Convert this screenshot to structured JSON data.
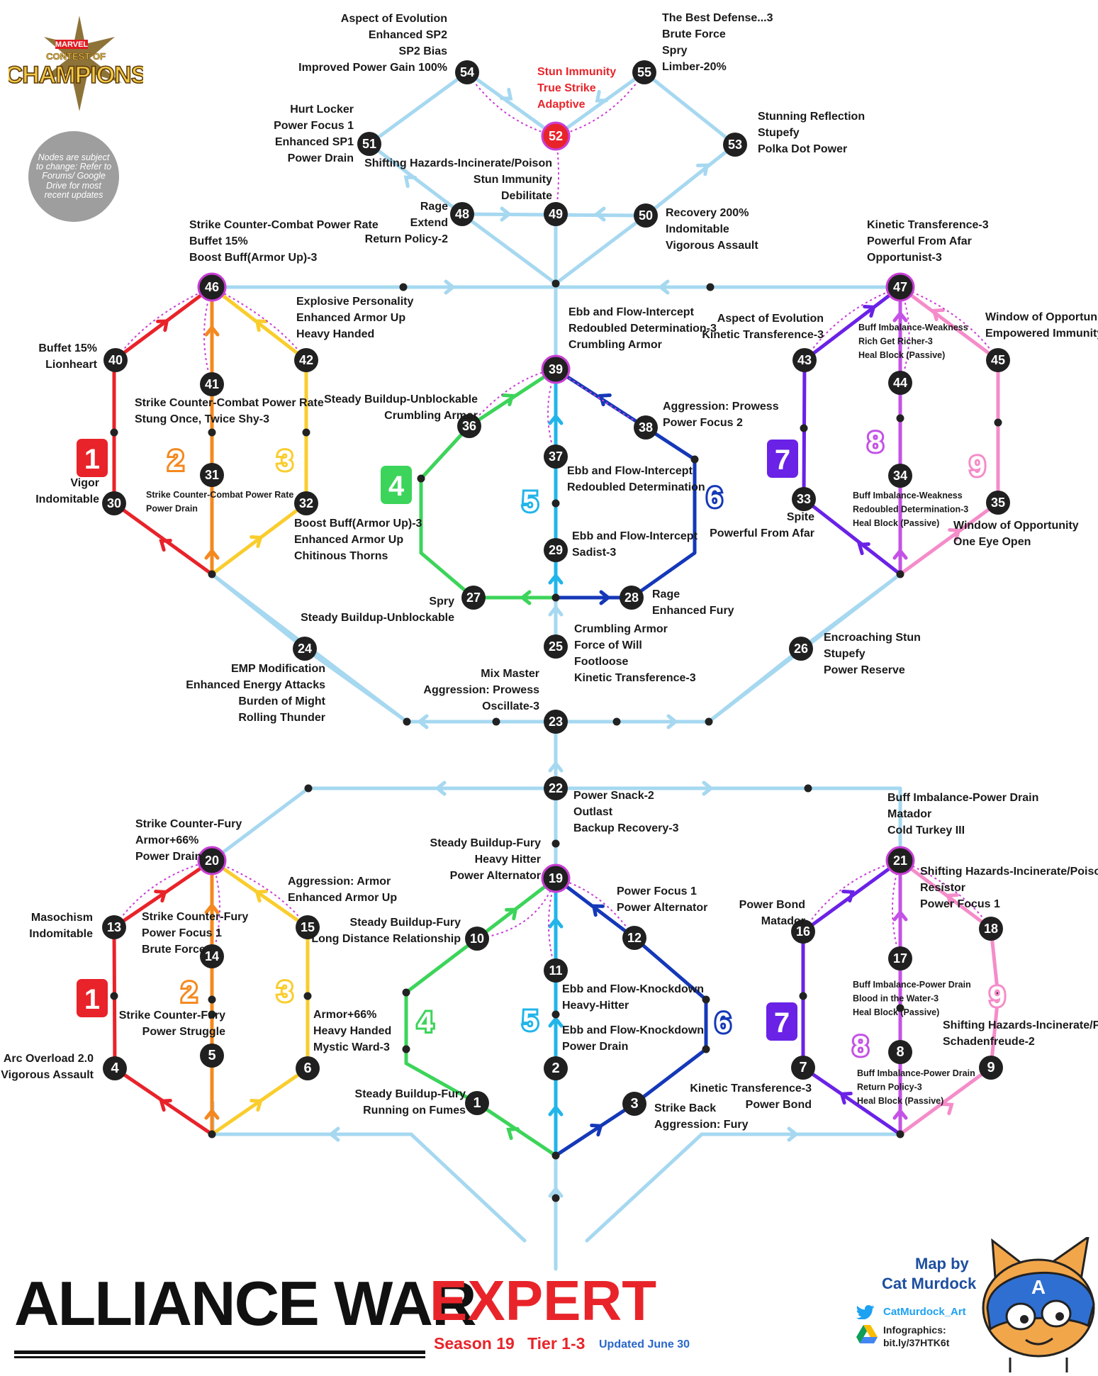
{
  "logo": {
    "top": "MARVEL",
    "mid": "CONTEST OF",
    "main": "CHAMPIONS"
  },
  "notice": "Nodes are subject to change: Refer to Forums/ Google Drive for most recent updates",
  "title": {
    "main": "ALLIANCE WAR",
    "accent": "EXPERT",
    "season": "Season 19",
    "tier": "Tier 1-3",
    "updated": "Updated June 30"
  },
  "credit": {
    "map_by": "Map by",
    "author": "Cat Murdock",
    "twitter": "CatMurdock_Art",
    "infographics": "Infographics:",
    "link": "bit.ly/37HTK6t"
  },
  "colors": {
    "line": "#a6d8f0",
    "path1": "#e8232a",
    "path2": "#f4891f",
    "path3": "#f9cd2e",
    "path4": "#3cd45a",
    "path5": "#21b5ea",
    "path6": "#1438b8",
    "path7": "#6a22e6",
    "path8": "#c452e6",
    "path9": "#f58cc9",
    "node": "#202020",
    "boss_ring": "#c93fd6"
  },
  "path_badges": [
    "1",
    "2",
    "3",
    "4",
    "5",
    "6",
    "7",
    "8",
    "9"
  ],
  "nodes": [
    {
      "id": "1",
      "effects": [
        "Steady Buildup-Fury",
        "Running on Fumes"
      ]
    },
    {
      "id": "2",
      "effects": [
        "Ebb and Flow-Knockdown",
        "Power Drain"
      ]
    },
    {
      "id": "3",
      "effects": [
        "Strike Back",
        "Aggression: Fury"
      ]
    },
    {
      "id": "4",
      "effects": [
        "Arc Overload 2.0",
        "Vigorous Assault"
      ]
    },
    {
      "id": "5",
      "effects": [
        "Strike Counter-Fury",
        "Power Struggle"
      ]
    },
    {
      "id": "6",
      "effects": [
        "Armor+66%",
        "Heavy Handed",
        "Mystic Ward-3"
      ]
    },
    {
      "id": "7",
      "effects": [
        "Kinetic Transference-3",
        "Power Bond"
      ]
    },
    {
      "id": "8",
      "effects": [
        "Buff Imbalance-Power Drain",
        "Return Policy-3",
        "Heal Block (Passive)"
      ]
    },
    {
      "id": "9",
      "effects": [
        "Shifting Hazards-Incinerate/Poison",
        "Schadenfreude-2"
      ]
    },
    {
      "id": "10",
      "effects": [
        "Steady Buildup-Fury",
        "Long Distance Relationship"
      ]
    },
    {
      "id": "11",
      "effects": [
        "Ebb and Flow-Knockdown",
        "Heavy-Hitter"
      ]
    },
    {
      "id": "12",
      "effects": [
        "Power Focus 1",
        "Power Alternator"
      ]
    },
    {
      "id": "13",
      "effects": [
        "Masochism",
        "Indomitable"
      ]
    },
    {
      "id": "14",
      "effects": [
        "Strike Counter-Fury",
        "Power Focus 1",
        "Brute Force"
      ]
    },
    {
      "id": "15",
      "effects": [
        "Aggression: Armor",
        "Enhanced Armor Up"
      ]
    },
    {
      "id": "16",
      "effects": [
        "Power Bond",
        "Matador"
      ]
    },
    {
      "id": "17",
      "effects": [
        "Buff Imbalance-Power Drain",
        "Blood in the Water-3",
        "Heal Block (Passive)"
      ]
    },
    {
      "id": "18",
      "effects": [
        "Shifting Hazards-Incinerate/Poison",
        "Resistor",
        "Power Focus 1"
      ]
    },
    {
      "id": "19",
      "effects": [
        "Steady Buildup-Fury",
        "Heavy Hitter",
        "Power Alternator"
      ]
    },
    {
      "id": "20",
      "effects": [
        "Strike Counter-Fury",
        "Armor+66%",
        "Power Drain"
      ]
    },
    {
      "id": "21",
      "effects": [
        "Buff Imbalance-Power Drain",
        "Matador",
        "Cold Turkey III"
      ]
    },
    {
      "id": "22",
      "effects": [
        "Power Snack-2",
        "Outlast",
        "Backup Recovery-3"
      ]
    },
    {
      "id": "23",
      "effects": [
        "Mix Master",
        "Aggression: Prowess",
        "Oscillate-3"
      ]
    },
    {
      "id": "24",
      "effects": [
        "EMP Modification",
        "Enhanced Energy Attacks",
        "Burden of Might",
        "Rolling Thunder"
      ]
    },
    {
      "id": "25",
      "effects": [
        "Crumbling Armor",
        "Force of Will",
        "Footloose",
        "Kinetic Transference-3"
      ]
    },
    {
      "id": "26",
      "effects": [
        "Encroaching Stun",
        "Stupefy",
        "Power Reserve"
      ]
    },
    {
      "id": "27",
      "effects": [
        "Spry",
        "Steady Buildup-Unblockable"
      ]
    },
    {
      "id": "28",
      "effects": [
        "Rage",
        "Enhanced Fury"
      ]
    },
    {
      "id": "29",
      "effects": [
        "Ebb and Flow-Intercept",
        "Sadist-3"
      ]
    },
    {
      "id": "30",
      "effects": [
        "Vigor",
        "Indomitable"
      ]
    },
    {
      "id": "31",
      "effects": [
        "Strike Counter-Combat Power Rate",
        "Power Drain"
      ]
    },
    {
      "id": "32",
      "effects": [
        "Boost Buff(Armor Up)-3",
        "Enhanced Armor Up",
        "Chitinous Thorns"
      ]
    },
    {
      "id": "33",
      "effects": [
        "Spite",
        "Powerful From Afar"
      ]
    },
    {
      "id": "34",
      "effects": [
        "Buff Imbalance-Weakness",
        "Redoubled Determination-3",
        "Heal Block (Passive)"
      ]
    },
    {
      "id": "35",
      "effects": [
        "Window of Opportunity",
        "One Eye Open"
      ]
    },
    {
      "id": "36",
      "effects": [
        "Steady Buildup-Unblockable",
        "Crumbling Armor"
      ]
    },
    {
      "id": "37",
      "effects": [
        "Ebb and Flow-Intercept",
        "Redoubled Determination"
      ]
    },
    {
      "id": "38",
      "effects": [
        "Aggression: Prowess",
        "Power Focus 2"
      ]
    },
    {
      "id": "39",
      "effects": [
        "Ebb and Flow-Intercept",
        "Redoubled Determination-3",
        "Crumbling Armor"
      ]
    },
    {
      "id": "40",
      "effects": [
        "Buffet 15%",
        "Lionheart"
      ]
    },
    {
      "id": "41",
      "effects": [
        "Strike Counter-Combat Power Rate",
        "Stung Once, Twice Shy-3"
      ]
    },
    {
      "id": "42",
      "effects": [
        "Explosive Personality",
        "Enhanced Armor Up",
        "Heavy Handed"
      ]
    },
    {
      "id": "43",
      "effects": [
        "Aspect of Evolution",
        "Kinetic Transference-3"
      ]
    },
    {
      "id": "44",
      "effects": [
        "Buff Imbalance-Weakness",
        "Rich Get Richer-3",
        "Heal Block (Passive)"
      ]
    },
    {
      "id": "45",
      "effects": [
        "Window of Opportunity",
        "Empowered Immunity"
      ]
    },
    {
      "id": "46",
      "effects": [
        "Strike Counter-Combat Power Rate",
        "Buffet 15%",
        "Boost Buff(Armor Up)-3"
      ]
    },
    {
      "id": "47",
      "effects": [
        "Kinetic Transference-3",
        "Powerful From Afar",
        "Opportunist-3"
      ]
    },
    {
      "id": "48",
      "effects": [
        "Rage",
        "Extend",
        "Return Policy-2"
      ]
    },
    {
      "id": "49",
      "effects": [
        "Shifting Hazards-Incinerate/Poison",
        "Stun Immunity",
        "Debilitate"
      ]
    },
    {
      "id": "50",
      "effects": [
        "Recovery 200%",
        "Indomitable",
        "Vigorous Assault"
      ]
    },
    {
      "id": "51",
      "effects": [
        "Hurt Locker",
        "Power Focus 1",
        "Enhanced SP1",
        "Power Drain"
      ]
    },
    {
      "id": "52",
      "effects": [
        "Stun Immunity",
        "True Strike",
        "Adaptive"
      ]
    },
    {
      "id": "53",
      "effects": [
        "Stunning Reflection",
        "Stupefy",
        "Polka Dot Power"
      ]
    },
    {
      "id": "54",
      "effects": [
        "Aspect of Evolution",
        "Enhanced SP2",
        "SP2 Bias",
        "Improved Power Gain 100%"
      ]
    },
    {
      "id": "55",
      "effects": [
        "The Best Defense...3",
        "Brute Force",
        "Spry",
        "Limber-20%"
      ]
    }
  ]
}
